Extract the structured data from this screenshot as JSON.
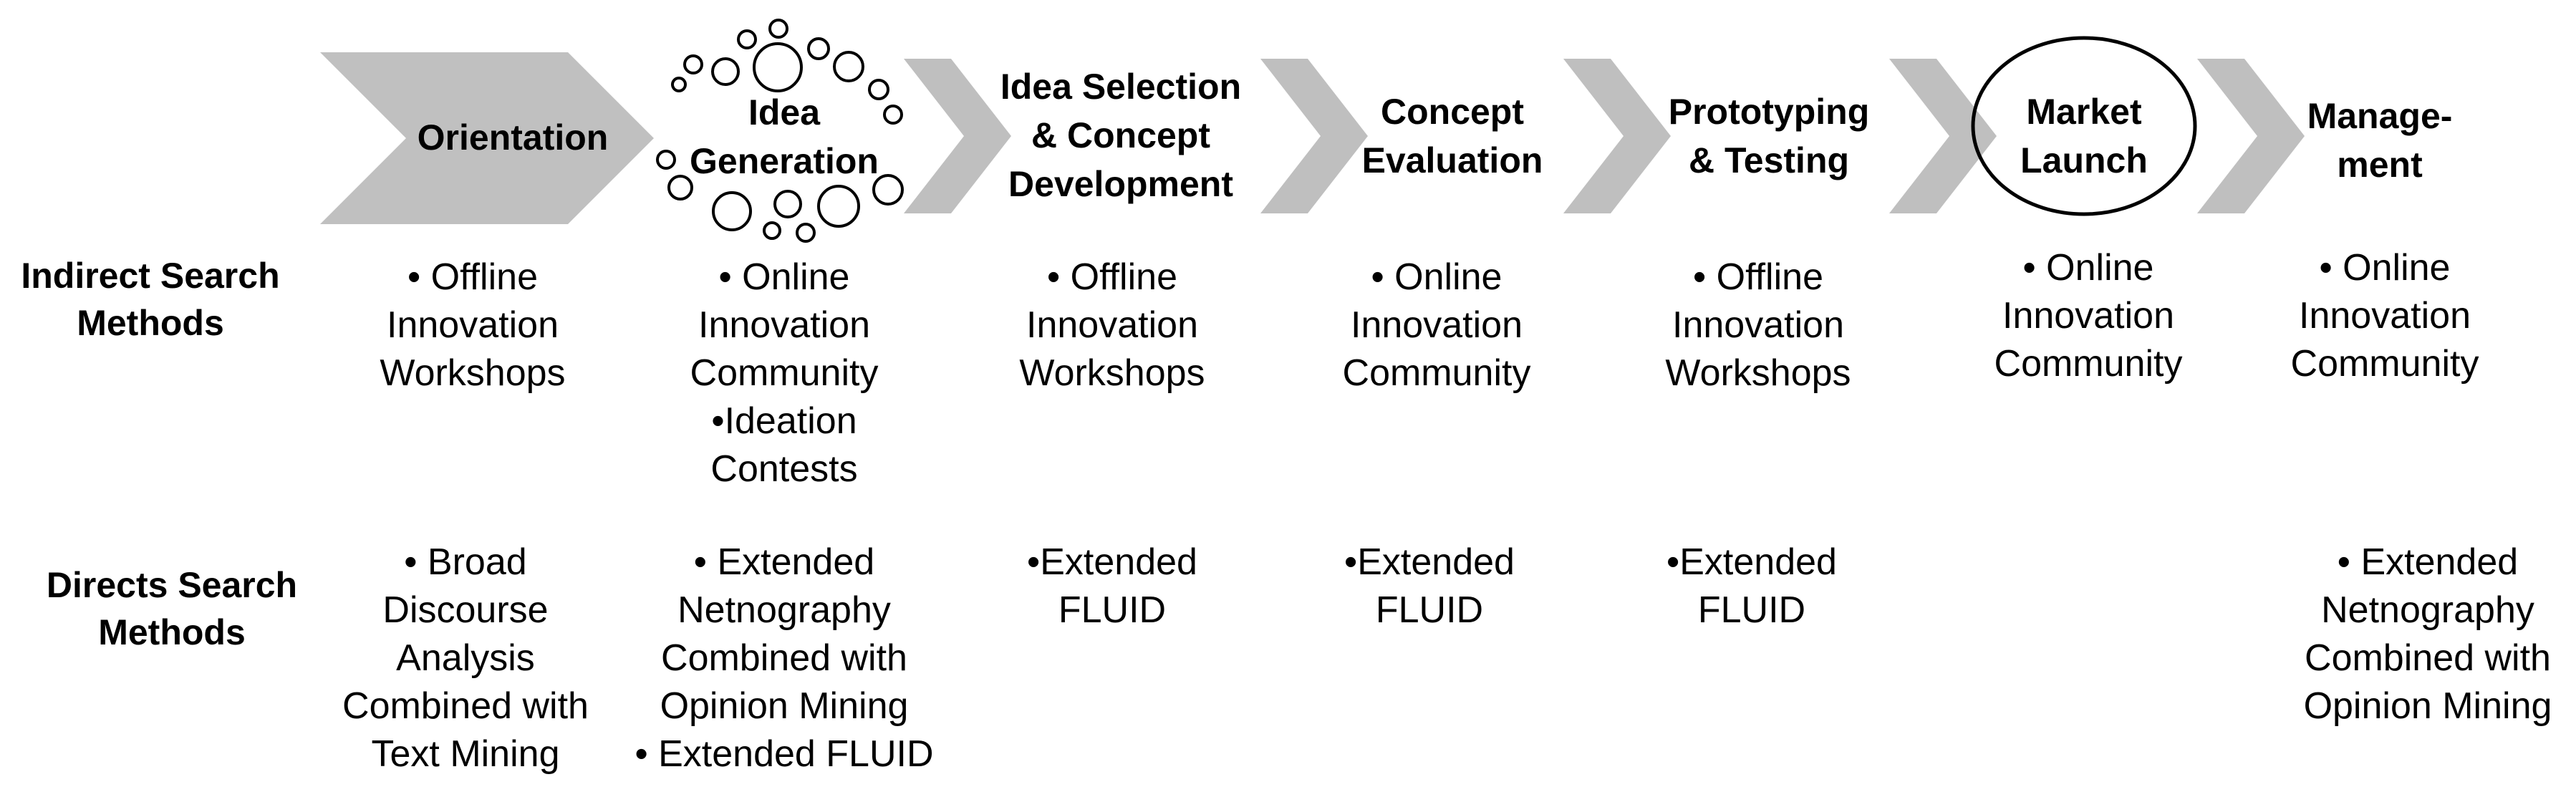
{
  "stages": [
    {
      "lines": [
        "Orientation"
      ]
    },
    {
      "lines": [
        "Idea",
        "Generation"
      ]
    },
    {
      "lines": [
        "Idea Selection",
        "& Concept",
        "Development"
      ]
    },
    {
      "lines": [
        "Concept",
        "Evaluation"
      ]
    },
    {
      "lines": [
        "Prototyping",
        "& Testing"
      ]
    },
    {
      "lines": [
        "Market",
        "Launch"
      ]
    },
    {
      "lines": [
        "Manage-",
        "ment"
      ]
    }
  ],
  "rows": {
    "indirect": {
      "label": [
        "Indirect Search",
        "Methods"
      ],
      "cells": [
        [
          "• Offline",
          "Innovation",
          "Workshops"
        ],
        [
          "• Online",
          "Innovation",
          "Community",
          "•Ideation",
          "Contests"
        ],
        [
          "• Offline",
          "Innovation",
          "Workshops"
        ],
        [
          "• Online",
          "Innovation",
          "Community"
        ],
        [
          "• Offline",
          "Innovation",
          "Workshops"
        ],
        [
          "• Online",
          "Innovation",
          "Community"
        ],
        [
          "• Online",
          "Innovation",
          "Community"
        ]
      ]
    },
    "direct": {
      "label": [
        "Directs Search",
        "Methods"
      ],
      "cells": [
        [
          "• Broad",
          "Discourse",
          "Analysis",
          "Combined with",
          "Text Mining"
        ],
        [
          "• Extended",
          "Netnography",
          "Combined with",
          "Opinion Mining",
          "• Extended FLUID"
        ],
        [
          "•Extended",
          "FLUID"
        ],
        [
          "•Extended",
          "FLUID"
        ],
        [
          "•Extended",
          "FLUID"
        ],
        [],
        [
          "• Extended",
          "Netnography",
          "Combined with",
          "Opinion Mining"
        ]
      ]
    }
  }
}
